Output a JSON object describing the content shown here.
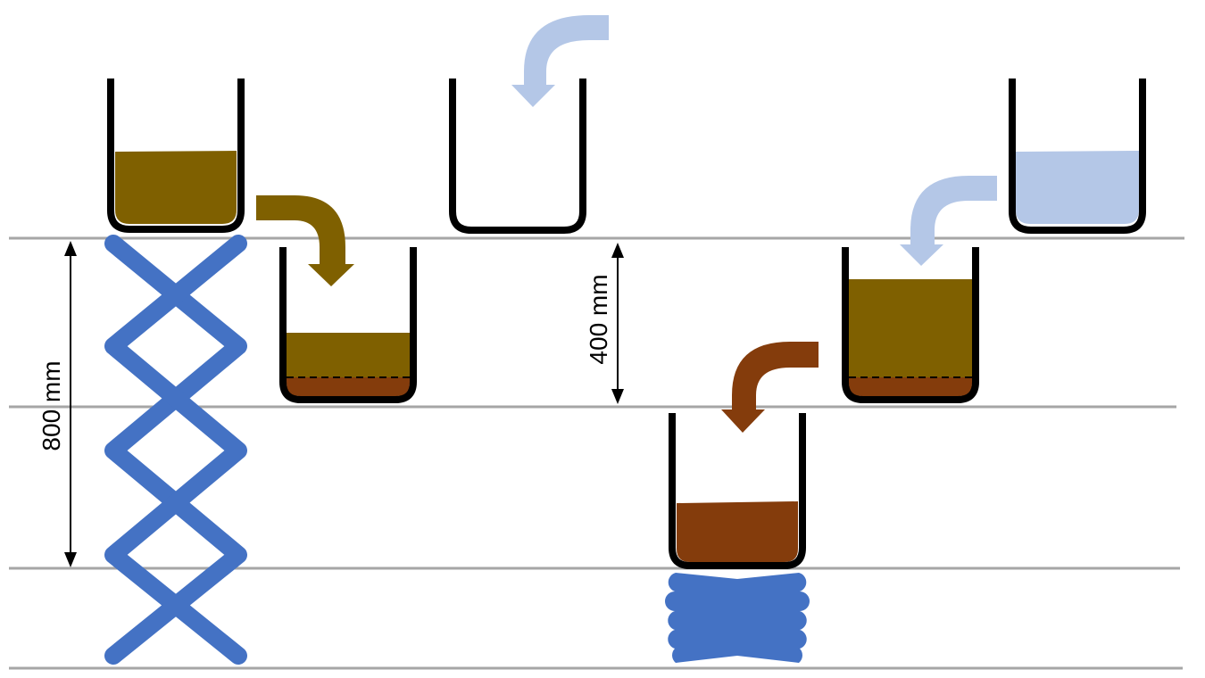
{
  "colors": {
    "level_line": "#a6a6a6",
    "container_outline": "#000000",
    "soil": "#7f6000",
    "sediment": "#843c0c",
    "water": "#b4c7e7",
    "lift": "#4472c4",
    "dimension": "#000000"
  },
  "levels": [
    {
      "name": "level-top"
    },
    {
      "name": "level-upper-middle"
    },
    {
      "name": "level-lower-middle"
    },
    {
      "name": "level-ground"
    }
  ],
  "dimensions": {
    "left_height": {
      "label": "800 mm",
      "value_mm": 800
    },
    "middle_height": {
      "label": "400 mm",
      "value_mm": 400
    }
  },
  "containers": [
    {
      "name": "container-soil-on-scissor-lift",
      "contents": [
        {
          "type": "soil",
          "fill": 0.5
        }
      ]
    },
    {
      "name": "container-mixing-left",
      "contents": [
        {
          "type": "sediment",
          "fill": 0.13
        },
        {
          "type": "soil",
          "fill": 0.28
        }
      ],
      "dashed_interface": true
    },
    {
      "name": "container-empty",
      "contents": []
    },
    {
      "name": "container-water",
      "contents": [
        {
          "type": "water",
          "fill": 0.5
        }
      ]
    },
    {
      "name": "container-mixing-right",
      "contents": [
        {
          "type": "sediment",
          "fill": 0.13
        },
        {
          "type": "soil",
          "fill": 0.62
        }
      ],
      "dashed_interface": true
    },
    {
      "name": "container-sediment-on-lift",
      "contents": [
        {
          "type": "sediment",
          "fill": 0.35
        }
      ]
    }
  ],
  "arrows": [
    {
      "name": "pour-arrow-soil",
      "color_key": "soil",
      "direction": "right-down"
    },
    {
      "name": "pour-arrow-water-top",
      "color_key": "water",
      "direction": "left-down"
    },
    {
      "name": "pour-arrow-water-right",
      "color_key": "water",
      "direction": "left-down"
    },
    {
      "name": "pour-arrow-sediment",
      "color_key": "sediment",
      "direction": "left-down"
    }
  ],
  "lifts": [
    {
      "name": "scissor-lift-extended",
      "state": "extended"
    },
    {
      "name": "scissor-lift-collapsed",
      "state": "collapsed"
    }
  ]
}
